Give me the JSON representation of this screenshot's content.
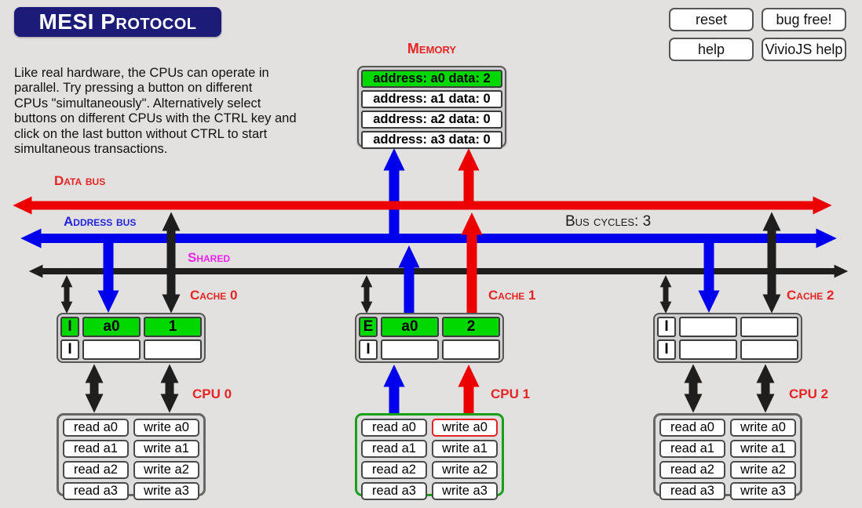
{
  "title": "MESI Protocol",
  "toolbar": {
    "reset": "reset",
    "bug_free": "bug free!",
    "help": "help",
    "viviojs_help": "VivioJS help"
  },
  "description": "Like real hardware, the CPUs can operate in\nparallel. Try pressing a button on different\nCPUs \"simultaneously\". Alternatively select\nbuttons on different CPUs with the CTRL key and\nclick on the last button without CTRL to start\nsimultaneous transactions.",
  "memory": {
    "label": "Memory",
    "rows": [
      {
        "text": "address: a0 data: 2",
        "highlight": true
      },
      {
        "text": "address: a1 data: 0",
        "highlight": false
      },
      {
        "text": "address: a2 data: 0",
        "highlight": false
      },
      {
        "text": "address: a3 data: 0",
        "highlight": false
      }
    ]
  },
  "buses": {
    "data_label": "Data bus",
    "address_label": "Address bus",
    "shared_label": "Shared",
    "cycles_label": "Bus cycles: 3"
  },
  "colors": {
    "data_bus": "#ed0000",
    "address_bus": "#0000ed",
    "shared_bus": "#1e1e1e",
    "highlight_green": "#00d800",
    "active_cpu_green": "#18a018",
    "pressed_red": "#e32222",
    "title_navy": "#1c1c78",
    "label_red": "#e62424",
    "label_blue": "#2222dc",
    "label_magenta": "#ee22ee"
  },
  "caches": [
    {
      "label": "Cache 0",
      "rows": [
        {
          "state": "I",
          "tag": "a0",
          "data": "1",
          "highlight": true
        },
        {
          "state": "I",
          "tag": "",
          "data": "",
          "highlight": false
        }
      ]
    },
    {
      "label": "Cache 1",
      "rows": [
        {
          "state": "E",
          "tag": "a0",
          "data": "2",
          "highlight": true
        },
        {
          "state": "I",
          "tag": "",
          "data": "",
          "highlight": false
        }
      ]
    },
    {
      "label": "Cache 2",
      "rows": [
        {
          "state": "I",
          "tag": "",
          "data": "",
          "highlight": false
        },
        {
          "state": "I",
          "tag": "",
          "data": "",
          "highlight": false
        }
      ]
    }
  ],
  "cpus": [
    {
      "label": "CPU 0",
      "active": false,
      "buttons": [
        {
          "label": "read a0",
          "pressed": false
        },
        {
          "label": "write a0",
          "pressed": false
        },
        {
          "label": "read a1",
          "pressed": false
        },
        {
          "label": "write a1",
          "pressed": false
        },
        {
          "label": "read a2",
          "pressed": false
        },
        {
          "label": "write a2",
          "pressed": false
        },
        {
          "label": "read a3",
          "pressed": false
        },
        {
          "label": "write a3",
          "pressed": false
        }
      ]
    },
    {
      "label": "CPU 1",
      "active": true,
      "buttons": [
        {
          "label": "read a0",
          "pressed": false
        },
        {
          "label": "write a0",
          "pressed": true
        },
        {
          "label": "read a1",
          "pressed": false
        },
        {
          "label": "write a1",
          "pressed": false
        },
        {
          "label": "read a2",
          "pressed": false
        },
        {
          "label": "write a2",
          "pressed": false
        },
        {
          "label": "read a3",
          "pressed": false
        },
        {
          "label": "write a3",
          "pressed": false
        }
      ]
    },
    {
      "label": "CPU 2",
      "active": false,
      "buttons": [
        {
          "label": "read a0",
          "pressed": false
        },
        {
          "label": "write a0",
          "pressed": false
        },
        {
          "label": "read a1",
          "pressed": false
        },
        {
          "label": "write a1",
          "pressed": false
        },
        {
          "label": "read a2",
          "pressed": false
        },
        {
          "label": "write a2",
          "pressed": false
        },
        {
          "label": "read a3",
          "pressed": false
        },
        {
          "label": "write a3",
          "pressed": false
        }
      ]
    }
  ]
}
